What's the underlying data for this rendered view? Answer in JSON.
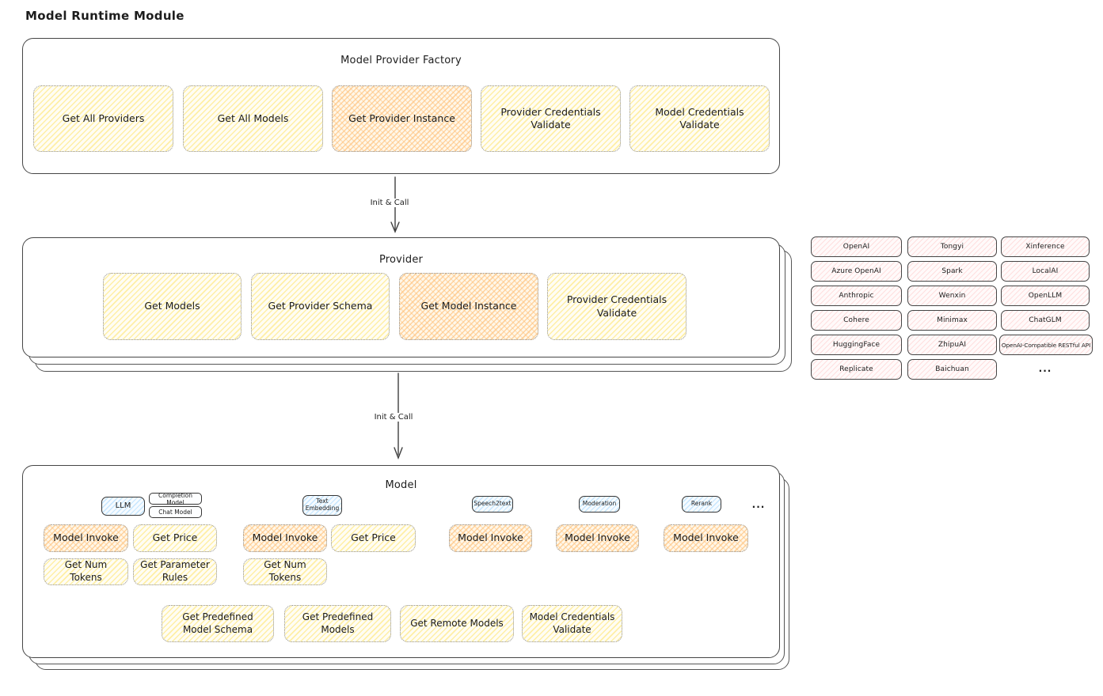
{
  "page": {
    "title": "Model Runtime Module"
  },
  "factory": {
    "title": "Model Provider Factory",
    "buttons": [
      {
        "name": "get-all-providers",
        "label": "Get All Providers",
        "highlight": false
      },
      {
        "name": "get-all-models",
        "label": "Get All Models",
        "highlight": false
      },
      {
        "name": "get-provider-instance",
        "label": "Get Provider Instance",
        "highlight": true
      },
      {
        "name": "provider-credentials-validate",
        "label": "Provider Credentials Validate",
        "highlight": false
      },
      {
        "name": "model-credentials-validate",
        "label": "Model Credentials Validate",
        "highlight": false
      }
    ]
  },
  "arrows": [
    {
      "label": "Init & Call"
    },
    {
      "label": "Init & Call"
    }
  ],
  "provider": {
    "title": "Provider",
    "buttons": [
      {
        "name": "get-models",
        "label": "Get Models",
        "highlight": false
      },
      {
        "name": "get-provider-schema",
        "label": "Get Provider Schema",
        "highlight": false
      },
      {
        "name": "get-model-instance",
        "label": "Get Model Instance",
        "highlight": true
      },
      {
        "name": "provider-credentials-validate",
        "label": "Provider Credentials Validate",
        "highlight": false
      }
    ]
  },
  "provider_list": {
    "columns": [
      [
        "OpenAI",
        "Azure OpenAI",
        "Anthropic",
        "Cohere",
        "HuggingFace",
        "Replicate"
      ],
      [
        "Tongyi",
        "Spark",
        "Wenxin",
        "Minimax",
        "ZhipuAI",
        "Baichuan"
      ],
      [
        "Xinference",
        "LocalAI",
        "OpenLLM",
        "ChatGLM",
        "OpenAI-Compatible RESTful API"
      ]
    ],
    "more_label": "..."
  },
  "model": {
    "title": "Model",
    "more_label": "...",
    "badges": [
      {
        "name": "llm",
        "label": "LLM"
      },
      {
        "name": "completion-model",
        "label": "Completion Model"
      },
      {
        "name": "chat-model",
        "label": "Chat Model"
      },
      {
        "name": "text-embedding",
        "label": "Text Embedding"
      },
      {
        "name": "speech2text",
        "label": "Speech2text"
      },
      {
        "name": "moderation",
        "label": "Moderation"
      },
      {
        "name": "rerank",
        "label": "Rerank"
      }
    ],
    "ops": [
      {
        "name": "model-invoke-llm",
        "label": "Model Invoke",
        "highlight": true
      },
      {
        "name": "get-price-llm",
        "label": "Get Price",
        "highlight": false
      },
      {
        "name": "model-invoke-text-embedding",
        "label": "Model Invoke",
        "highlight": true
      },
      {
        "name": "get-price-text-embedding",
        "label": "Get Price",
        "highlight": false
      },
      {
        "name": "model-invoke-speech2text",
        "label": "Model Invoke",
        "highlight": true
      },
      {
        "name": "model-invoke-moderation",
        "label": "Model Invoke",
        "highlight": true
      },
      {
        "name": "model-invoke-rerank",
        "label": "Model Invoke",
        "highlight": true
      },
      {
        "name": "get-num-tokens-llm",
        "label": "Get Num Tokens",
        "highlight": false
      },
      {
        "name": "get-parameter-rules-llm",
        "label": "Get Parameter Rules",
        "highlight": false
      },
      {
        "name": "get-num-tokens-text-embedding",
        "label": "Get Num Tokens",
        "highlight": false
      },
      {
        "name": "get-predefined-model-schema",
        "label": "Get Predefined Model Schema",
        "highlight": false
      },
      {
        "name": "get-predefined-models",
        "label": "Get Predefined Models",
        "highlight": false
      },
      {
        "name": "get-remote-models",
        "label": "Get Remote Models",
        "highlight": false
      },
      {
        "name": "model-credentials-validate",
        "label": "Model Credentials Validate",
        "highlight": false
      }
    ]
  },
  "colors": {
    "yellow_fill": "#ffec99",
    "orange_fill": "#ffc078",
    "pink_fill": "#ffc9c9",
    "blue_fill": "#a5d8ff",
    "border": "#3f3f3f",
    "text": "#1d1d1d"
  }
}
